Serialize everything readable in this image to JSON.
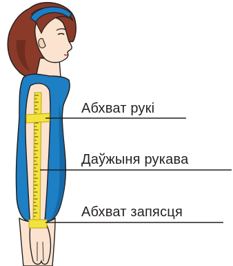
{
  "labels": {
    "upper_arm_girth": "Абхват рукі",
    "sleeve_length": "Даўжыня рукава",
    "wrist_girth": "Абхват запясця"
  },
  "colors": {
    "dress": "#1d7fc4",
    "dress_dark": "#15609a",
    "hair": "#8b3a2a",
    "hair_shadow": "#5e2418",
    "headband": "#1a7fc6",
    "skin": "#fbe3cf",
    "outline": "#231f20",
    "tape": "#f4e33d",
    "tape_edge": "#b8a41c"
  }
}
